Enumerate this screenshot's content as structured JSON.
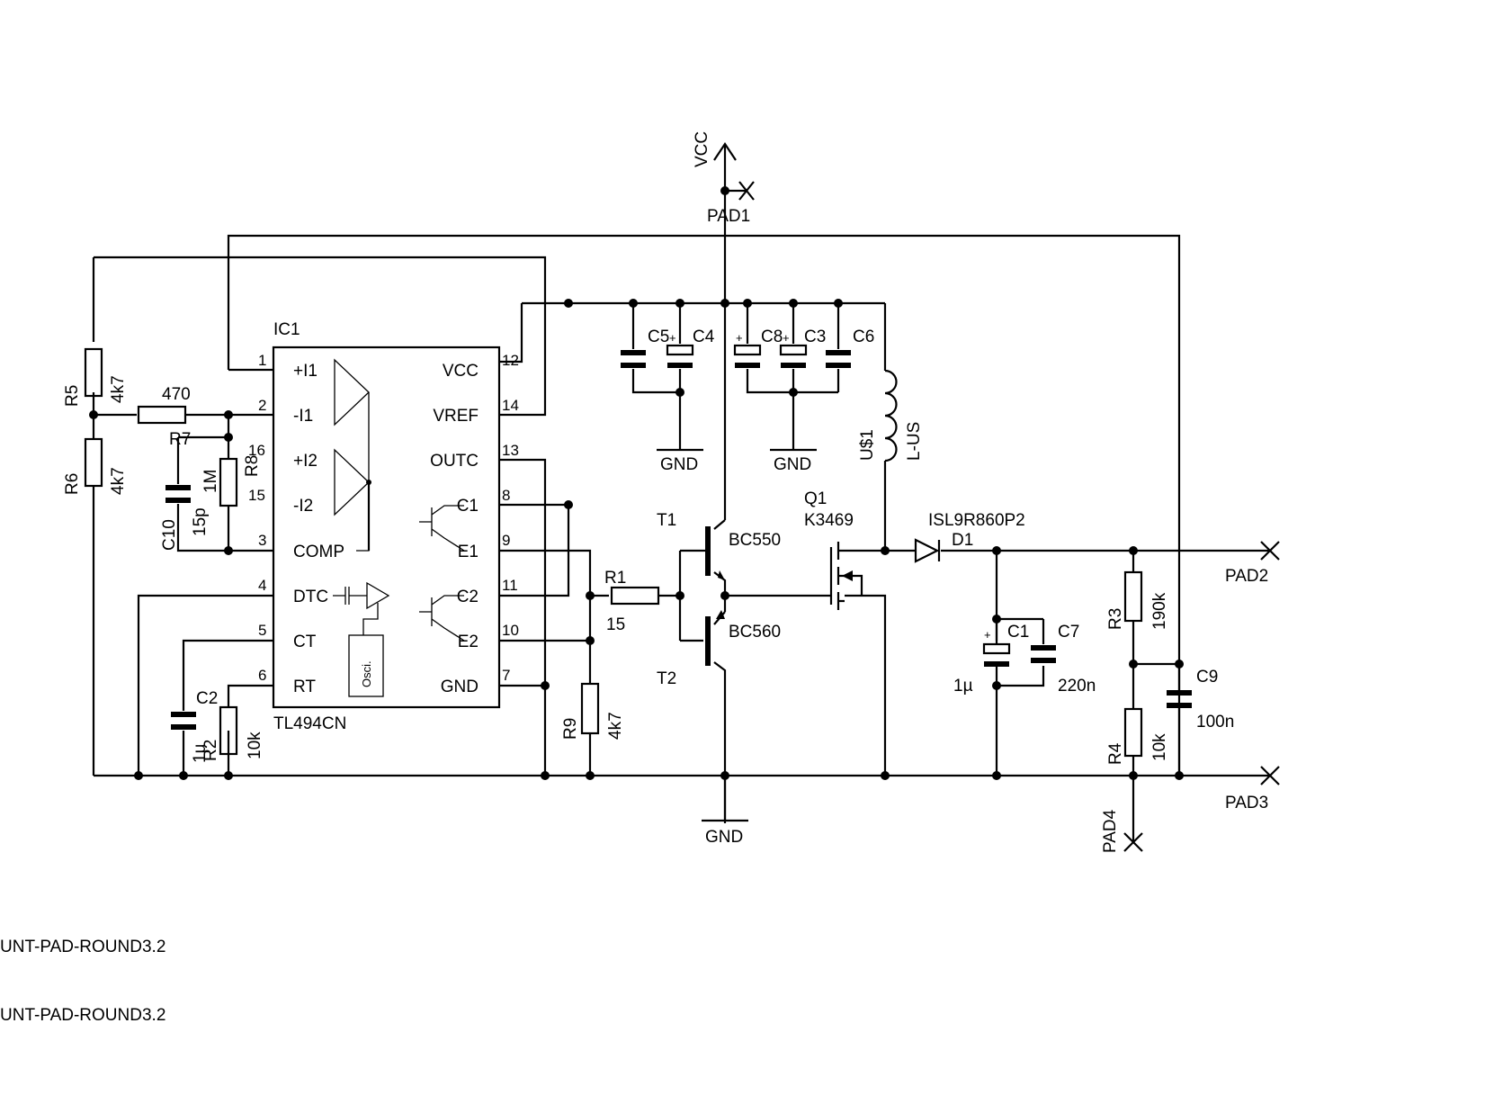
{
  "ic": {
    "name": "IC1",
    "part": "TL494CN",
    "pins_left": [
      {
        "num": "1",
        "label": "+I1"
      },
      {
        "num": "2",
        "label": "-I1"
      },
      {
        "num": "16",
        "label": "+I2"
      },
      {
        "num": "15",
        "label": "-I2"
      },
      {
        "num": "3",
        "label": "COMP"
      },
      {
        "num": "4",
        "label": "DTC"
      },
      {
        "num": "5",
        "label": "CT"
      },
      {
        "num": "6",
        "label": "RT"
      }
    ],
    "pins_right": [
      {
        "num": "12",
        "label": "VCC"
      },
      {
        "num": "14",
        "label": "VREF"
      },
      {
        "num": "13",
        "label": "OUTC"
      },
      {
        "num": "8",
        "label": "C1"
      },
      {
        "num": "9",
        "label": "E1"
      },
      {
        "num": "11",
        "label": "C2"
      },
      {
        "num": "10",
        "label": "E2"
      },
      {
        "num": "7",
        "label": "GND"
      }
    ],
    "osc_label": "Osci."
  },
  "power": {
    "vcc": "VCC",
    "gnd": "GND"
  },
  "pads": {
    "pad1": "PAD1",
    "pad2": "PAD2",
    "pad3": "PAD3",
    "pad4": "PAD4"
  },
  "resistors": [
    {
      "name": "R5",
      "value": "4k7"
    },
    {
      "name": "R6",
      "value": "4k7"
    },
    {
      "name": "R7",
      "value": "470"
    },
    {
      "name": "R8",
      "value": "1M"
    },
    {
      "name": "R2",
      "value": "10k"
    },
    {
      "name": "R1",
      "value": "15"
    },
    {
      "name": "R9",
      "value": "4k7"
    },
    {
      "name": "R3",
      "value": "190k"
    },
    {
      "name": "R4",
      "value": "10k"
    }
  ],
  "capacitors": [
    {
      "name": "C10",
      "value": "15p"
    },
    {
      "name": "C2",
      "value": "1µ"
    },
    {
      "name": "C5",
      "value": ""
    },
    {
      "name": "C4",
      "value": ""
    },
    {
      "name": "C8",
      "value": ""
    },
    {
      "name": "C3",
      "value": ""
    },
    {
      "name": "C6",
      "value": ""
    },
    {
      "name": "C1",
      "value": "1µ"
    },
    {
      "name": "C7",
      "value": "220n"
    },
    {
      "name": "C9",
      "value": "100n"
    }
  ],
  "transistors": {
    "t1": {
      "name": "T1",
      "part": "BC550"
    },
    "t2": {
      "name": "T2",
      "part": "BC560"
    },
    "q1": {
      "name": "Q1",
      "part": "K3469"
    }
  },
  "diode": {
    "name": "D1",
    "part": "ISL9R860P2"
  },
  "inductor": {
    "name": "U$1",
    "part": "L-US"
  },
  "notes": [
    "UNT-PAD-ROUND3.2",
    "UNT-PAD-ROUND3.2"
  ]
}
